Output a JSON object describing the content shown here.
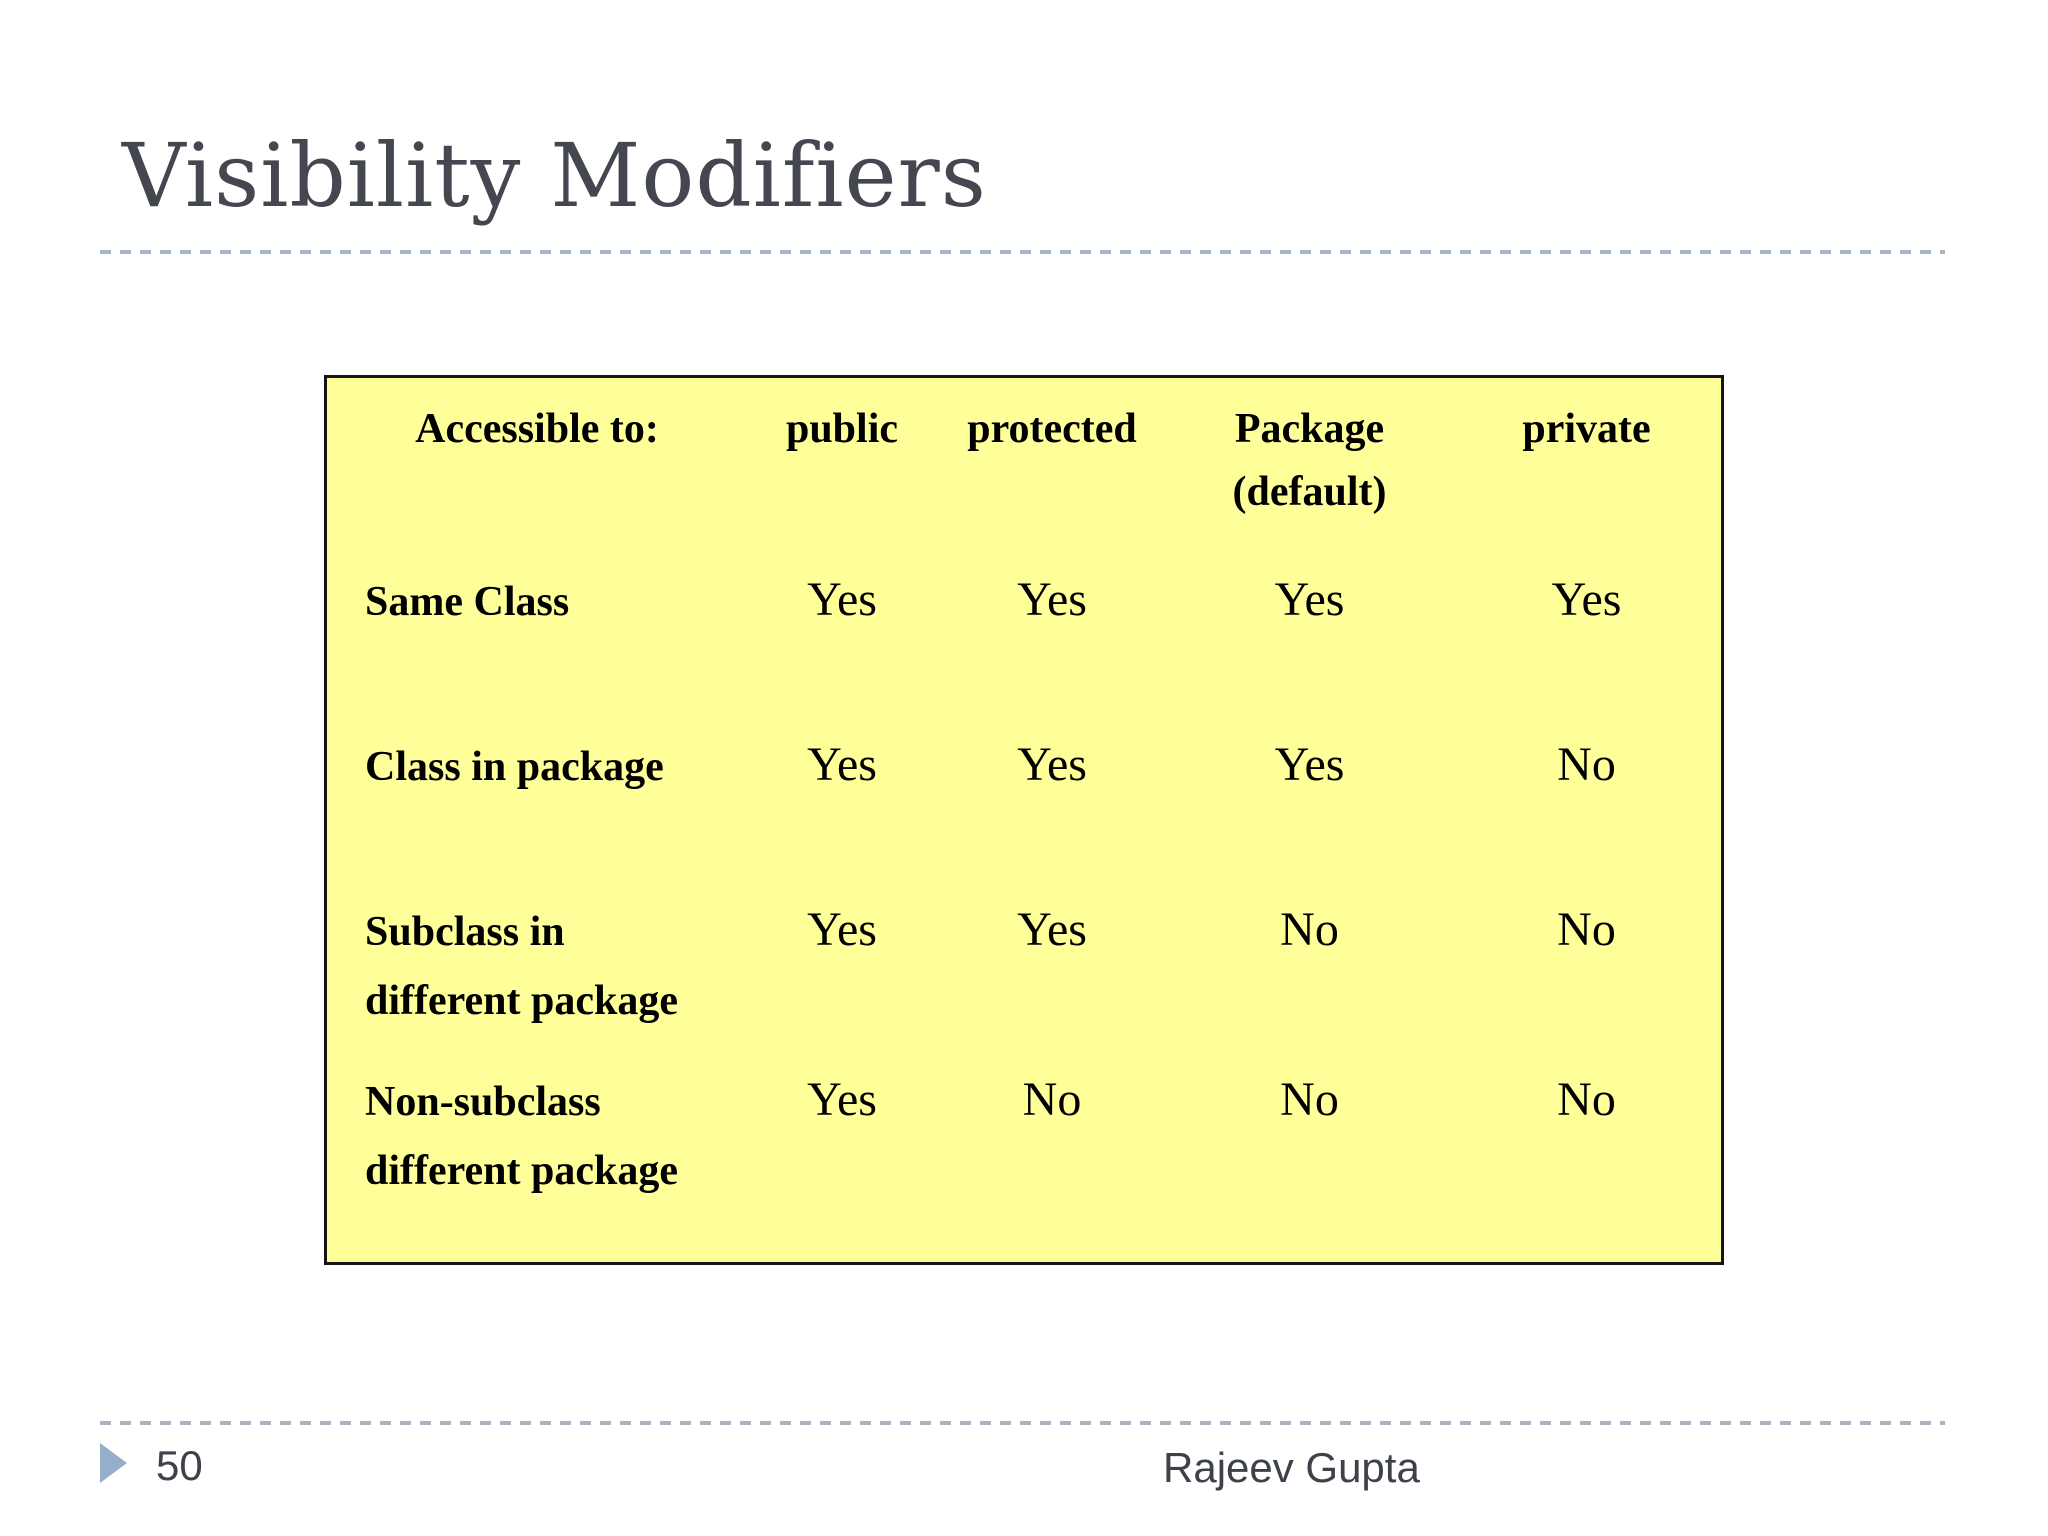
{
  "slide": {
    "title": "Visibility Modifiers",
    "page_number": "50",
    "footer_author": "Rajeev Gupta"
  },
  "table": {
    "header": {
      "row_label": "Accessible to:",
      "columns": [
        {
          "label": "public"
        },
        {
          "label": "protected"
        },
        {
          "label": "Package",
          "sub": "(default)"
        },
        {
          "label": "private"
        }
      ]
    },
    "rows": [
      {
        "label": "Same Class",
        "values": [
          "Yes",
          "Yes",
          "Yes",
          "Yes"
        ]
      },
      {
        "label": "Class in package",
        "values": [
          "Yes",
          "Yes",
          "Yes",
          "No"
        ]
      },
      {
        "label": "Subclass in\ndifferent package",
        "values": [
          "Yes",
          "Yes",
          "No",
          "No"
        ]
      },
      {
        "label": "Non-subclass\ndifferent package",
        "values": [
          "Yes",
          "No",
          "No",
          "No"
        ]
      }
    ]
  },
  "colors": {
    "table_background": "#FFFF99",
    "table_border": "#141414",
    "dashed_line": "#A6B6C6",
    "bullet_triangle": "#94AECB",
    "title_text": "#44474F",
    "footer_text": "#3D424A"
  }
}
